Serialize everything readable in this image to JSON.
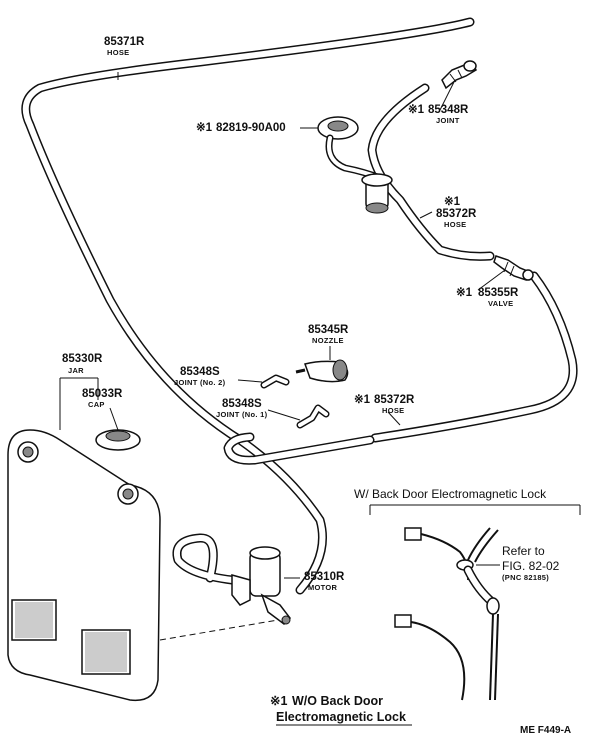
{
  "figure_code": "ME  F449-A",
  "parts": {
    "hose_main": {
      "number": "85371R",
      "name": "HOSE"
    },
    "joint_top": {
      "prefix": "※1",
      "number": "85348R",
      "name": "JOINT"
    },
    "grommet": {
      "prefix": "※1",
      "number": "82819-90A00"
    },
    "hose_mid": {
      "prefix": "※1",
      "number": "85372R",
      "name": "HOSE"
    },
    "valve": {
      "prefix": "※1",
      "number": "85355R",
      "name": "VALVE"
    },
    "nozzle": {
      "number": "85345R",
      "name": "NOZZLE"
    },
    "joint_no2": {
      "number": "85348S",
      "name": "JOINT (No. 2)"
    },
    "joint_no1": {
      "number": "85348S",
      "name": "JOINT (No. 1)"
    },
    "hose_lower": {
      "prefix": "※1",
      "number": "85372R",
      "name": "HOSE"
    },
    "jar": {
      "number": "85330R",
      "name": "JAR"
    },
    "cap": {
      "number": "85033R",
      "name": "CAP"
    },
    "motor": {
      "number": "85310R",
      "name": "MOTOR"
    }
  },
  "inset": {
    "title": "W/ Back Door Electromagnetic Lock",
    "refer_label": "Refer to",
    "refer_fig": "FIG. 82-02",
    "refer_pnc": "(PNC 82185)"
  },
  "footnote": {
    "mark": "※1",
    "line1": "W/O  Back Door",
    "line2": "Electromagnetic Lock"
  }
}
